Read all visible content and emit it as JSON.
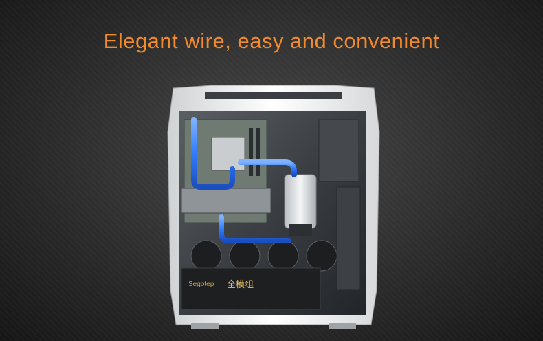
{
  "headline": {
    "text": "Elegant wire, easy and convenient",
    "color": "#f08a2a"
  },
  "psu": {
    "brand_text": "Segotep",
    "model_text": "全模组"
  },
  "colors": {
    "background": "#2a2a2a",
    "case_shell": "#f2f2f2",
    "case_interior": "#2e3236",
    "coolant_tube": "#2f7dff",
    "reservoir": "#d9dde0"
  },
  "icons": {
    "product": "pc-case-with-water-cooling"
  }
}
